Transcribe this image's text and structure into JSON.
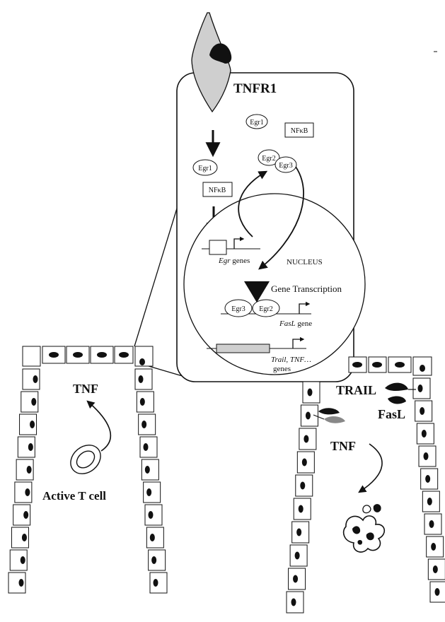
{
  "labels": {
    "receptor": "TNFR1",
    "egr1_cytoplasm_top": "Egr1",
    "nfkb_top": "NFκB",
    "egr1_left": "Egr1",
    "nfkb_left": "NFκB",
    "egr2_top": "Egr2",
    "egr3_top": "Egr3",
    "egr_genes_italic": "Egr",
    "egr_genes_suffix": " genes",
    "nucleus": "NUCLEUS",
    "gene_transcription": "Gene Transcription",
    "egr3_promoter": "Egr3",
    "egr2_promoter": "Egr2",
    "fasl_gene_italic": "FasL",
    "fasl_gene_suffix": " gene",
    "trail_tnf_italic": "Trail, TNF…",
    "genes": "genes",
    "tnf_left": "TNF",
    "active_t_cell": "Active T cell",
    "trail": "TRAIL",
    "fasl": "FasL",
    "tnf_right": "TNF"
  }
}
